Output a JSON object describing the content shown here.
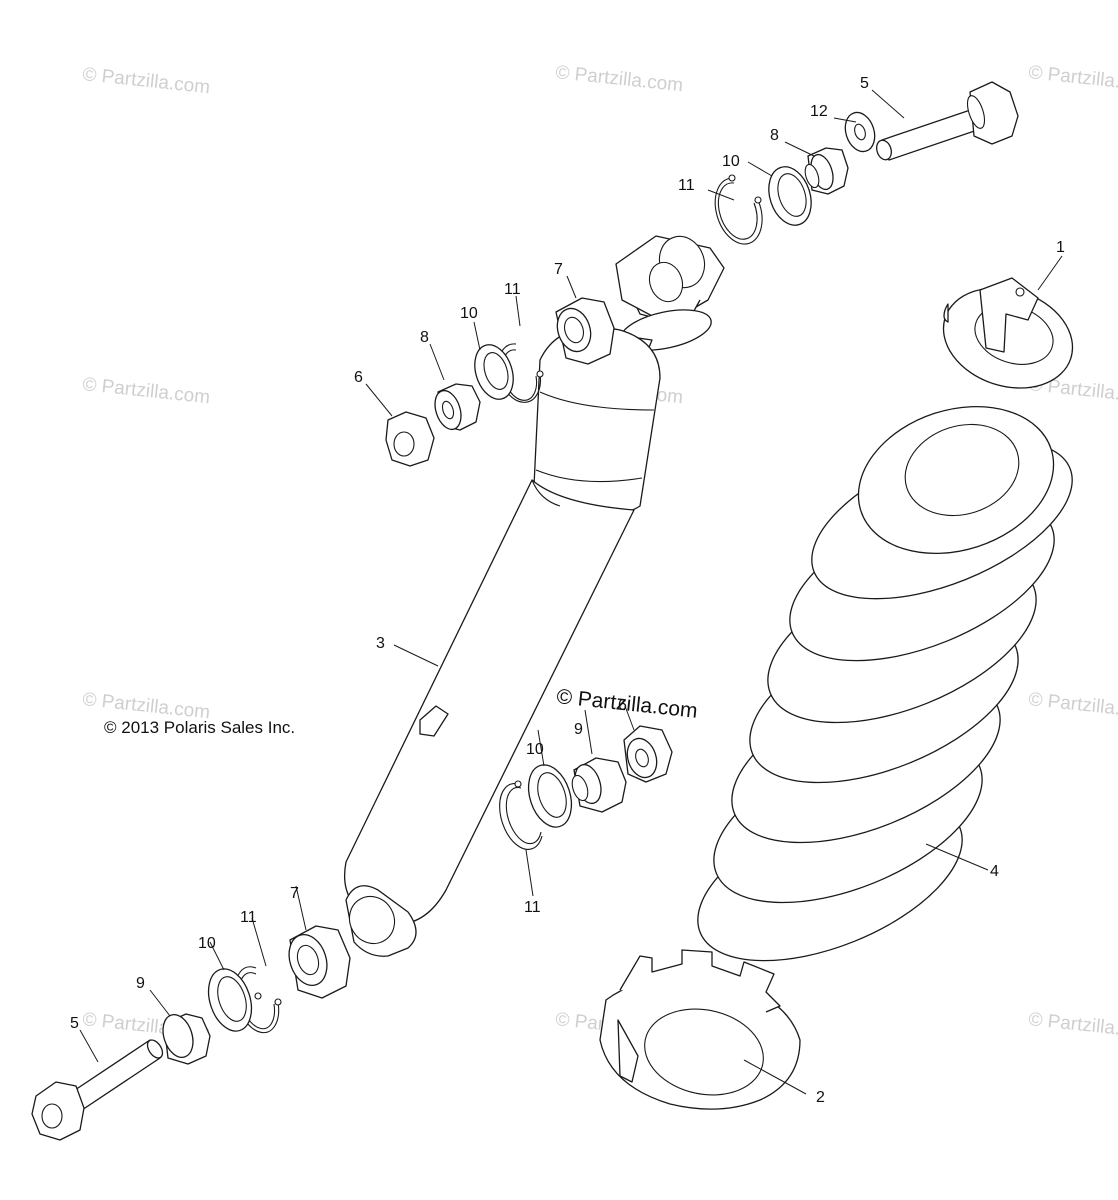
{
  "watermark": "© Partzilla.com",
  "watermark_bold": "© Partzilla.com",
  "copyright": "© 2013 Polaris Sales Inc.",
  "callouts": {
    "c1": "1",
    "c2": "2",
    "c3": "3",
    "c4": "4",
    "c5_top": "5",
    "c5_bottom": "5",
    "c6_top": "6",
    "c6_mid": "6",
    "c7_top": "7",
    "c7_bottom": "7",
    "c8_top": "8",
    "c8_right": "8",
    "c9_mid": "9",
    "c9_bottom": "9",
    "c10_top": "10",
    "c10_right": "10",
    "c10_mid": "10",
    "c10_bottom": "10",
    "c11_top": "11",
    "c11_right": "11",
    "c11_mid": "11",
    "c11_bottom": "11",
    "c12": "12"
  }
}
